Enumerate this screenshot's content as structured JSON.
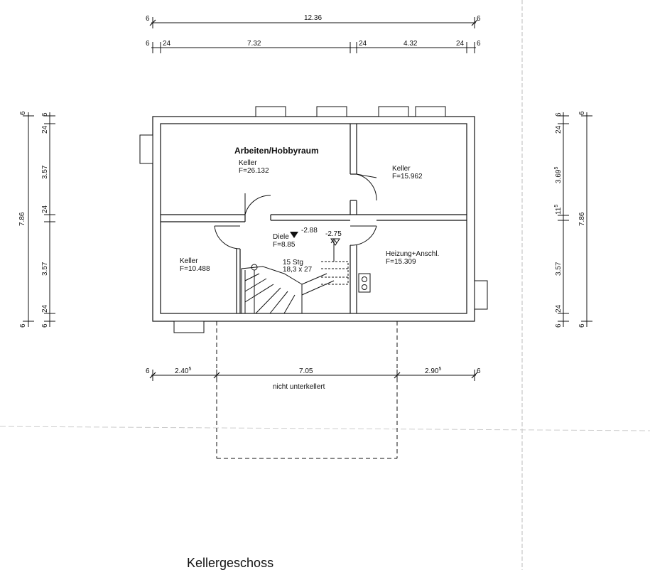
{
  "title": "Kellergeschoss",
  "dimensions": {
    "top_overall": {
      "left_edge": "6",
      "total": "12.36",
      "right_edge": "6"
    },
    "top_detail": {
      "left_edge": "6",
      "w1": "24",
      "room1": "7.32",
      "w2": "24",
      "room2": "4.32",
      "w3": "24",
      "right_edge": "6"
    },
    "bottom": {
      "left_edge": "6",
      "seg1": "2.40",
      "seg1_sup": "5",
      "seg2": "7.05",
      "seg3": "2.90",
      "seg3_sup": "5",
      "right_edge": "6"
    },
    "left_total": "7.86",
    "left_detail": {
      "top_edge": "6",
      "w1": "24",
      "room1": "3.57",
      "w2": "24",
      "room2": "3.57",
      "w3": "24",
      "bottom_edge": "6"
    },
    "right_total": "7.86",
    "right_detail": {
      "top_edge": "6",
      "w1": "24",
      "room1": "3.69",
      "room1_sup": "5",
      "w2": "11",
      "w2_sup": "5",
      "room2": "3.57",
      "w3": "24",
      "bottom_edge": "6"
    }
  },
  "rooms": {
    "hobby": {
      "label": "Arbeiten/Hobbyraum",
      "name": "Keller",
      "area": "F=26.132"
    },
    "keller_ne": {
      "name": "Keller",
      "area": "F=15.962"
    },
    "keller_sw": {
      "name": "Keller",
      "area": "F=10.488"
    },
    "diele": {
      "name": "Diele",
      "area": "F=8.85"
    },
    "heizung": {
      "name": "Heizung+Anschl.",
      "area": "F=15.309"
    }
  },
  "levels": {
    "level1": "-2.88",
    "level2": "-2.75"
  },
  "stairs": {
    "steps": "15 Stg",
    "size": "18,3 x 27"
  },
  "annex": {
    "note": "nicht unterkellert"
  }
}
